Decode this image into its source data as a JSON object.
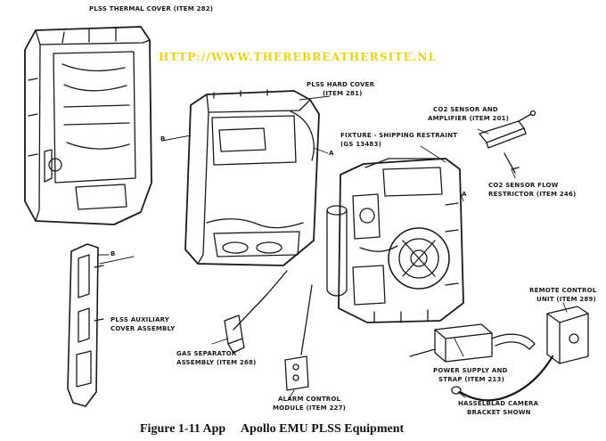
{
  "watermark": "HTTP://WWW.THEREBREATHERSITE.NL",
  "caption": "Figure 1-11 App     Apollo EMU PLSS Equipment",
  "labels": {
    "thermal_cover": "PLSS THERMAL COVER (ITEM 282)",
    "hard_cover_1": "PLSS HARD COVER",
    "hard_cover_2": "(ITEM 281)",
    "fixture_1": "FIXTURE - SHIPPING RESTRAINT",
    "fixture_2": "(GS 13483)",
    "co2_sensor_1": "CO2 SENSOR AND",
    "co2_sensor_2": "AMPLIFIER (ITEM 201)",
    "co2_flow_1": "CO2 SENSOR FLOW",
    "co2_flow_2": "RESTRICTOR (ITEM 246)",
    "remote_1": "REMOTE CONTROL",
    "remote_2": "UNIT (ITEM 289)",
    "aux_cover_1": "PLSS AUXILIARY",
    "aux_cover_2": "COVER ASSEMBLY",
    "gas_sep_1": "GAS SEPARATOR",
    "gas_sep_2": "ASSEMBLY (ITEM 268)",
    "alarm_1": "ALARM CONTROL",
    "alarm_2": "MODULE (ITEM 227)",
    "power_1": "POWER SUPPLY AND",
    "power_2": "STRAP (ITEM 213)",
    "camera_1": "HASSELBLAD CAMERA",
    "camera_2": "BRACKET SHOWN",
    "marker_a": "A",
    "marker_b": "B"
  }
}
